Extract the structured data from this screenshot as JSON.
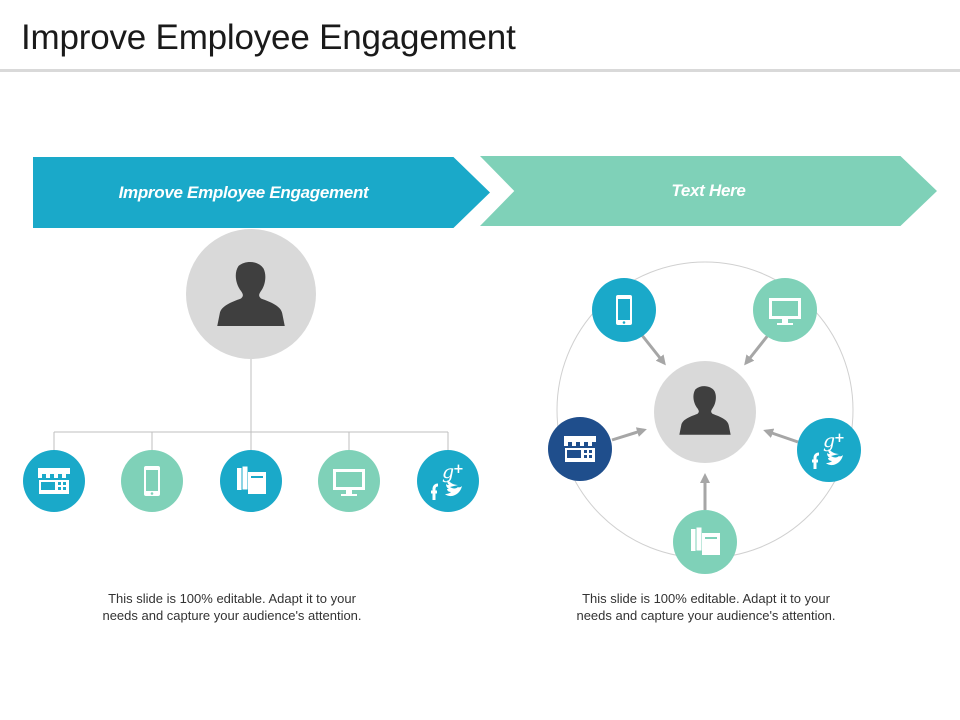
{
  "slide": {
    "title": "Improve Employee Engagement"
  },
  "banner": {
    "left_label": "Improve Employee Engagement",
    "right_label": "Text Here"
  },
  "captions": {
    "left": "This slide is 100% editable. Adapt it to your needs and capture your audience's attention.",
    "right": "This slide is 100% editable. Adapt it to your needs and capture your audience's attention."
  },
  "colors": {
    "teal": "#1aa9c9",
    "mint": "#7fd1b8",
    "navy": "#1f4e8c",
    "gray": "#d9d9d9",
    "person": "#3f3f3f"
  },
  "hierarchy": {
    "root_icon": "person-icon",
    "children_icons": [
      "store-icon",
      "mobile-icon",
      "books-icon",
      "monitor-icon",
      "social-icon"
    ]
  },
  "hub": {
    "center_icon": "person-icon",
    "satellite_icons": [
      "mobile-icon",
      "monitor-icon",
      "social-icon",
      "books-icon",
      "store-icon"
    ]
  }
}
